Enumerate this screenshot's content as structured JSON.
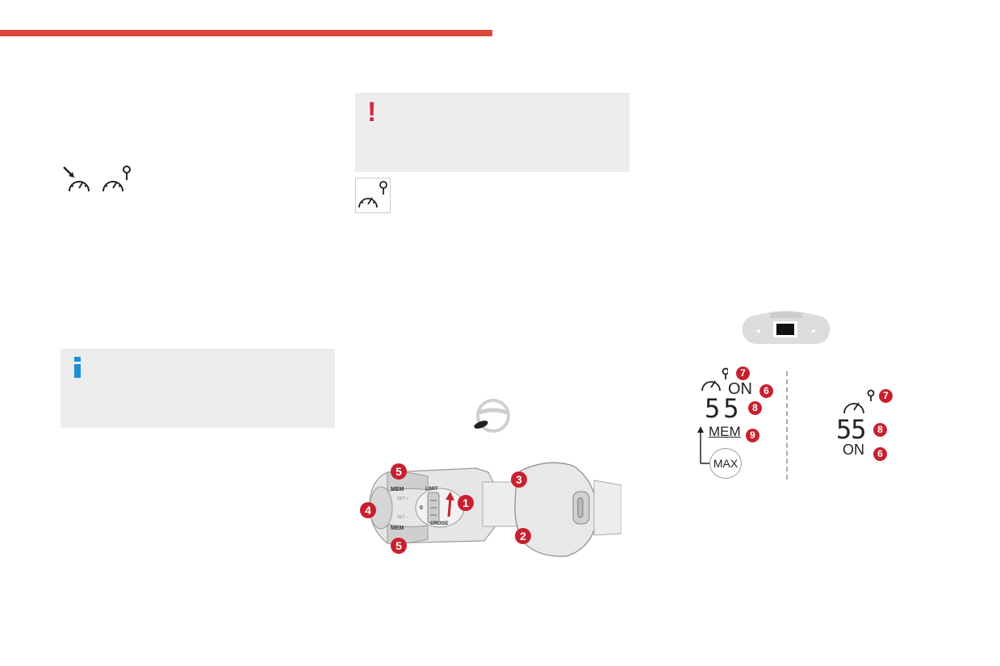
{
  "labels": {
    "mem": "MEM",
    "max": "MAX",
    "on": "ON",
    "speed": "55",
    "limit": "LIMIT",
    "cruise": "CRUISE",
    "set_plus": "SET +",
    "set_minus": "SET –",
    "zero": "0"
  },
  "callouts": [
    "1",
    "2",
    "3",
    "4",
    "5",
    "6",
    "7",
    "8",
    "9"
  ],
  "colors": {
    "accent": "#e0453a",
    "warning": "#d4263d",
    "info": "#1a8fd6",
    "callout": "#c8202e",
    "panel": "#ececec"
  },
  "icons": [
    "speed-limiter-icon",
    "speedometer-pin-icon",
    "warning-icon",
    "info-icon",
    "steering-wheel-icon",
    "dashboard-icon"
  ]
}
